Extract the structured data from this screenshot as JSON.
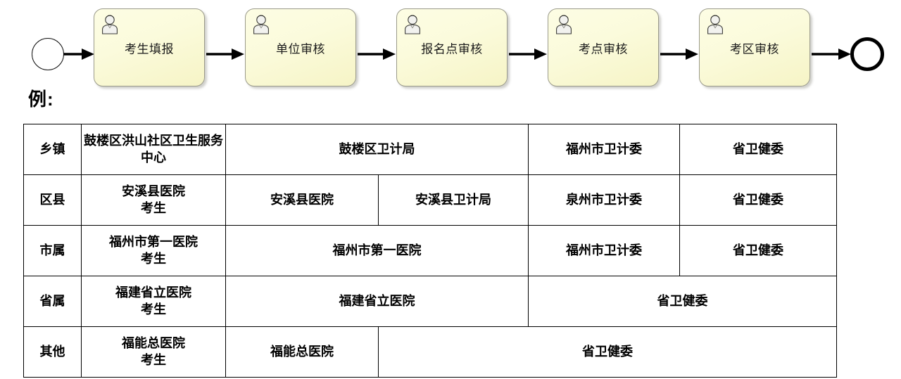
{
  "flow": {
    "start_event": "start-event",
    "end_event": "end-event",
    "tasks": [
      {
        "label": "考生填报",
        "marker": "user-task-icon"
      },
      {
        "label": "单位审核",
        "marker": "user-task-icon"
      },
      {
        "label": "报名点审核",
        "marker": "user-task-icon"
      },
      {
        "label": "考点审核",
        "marker": "user-task-icon"
      },
      {
        "label": "考区审核",
        "marker": "user-task-icon"
      }
    ],
    "colors": {
      "task_fill": "#fbfbdc",
      "task_fill_bottom": "#f6f4c6",
      "task_border": "#9a9a8a",
      "connector": "#000000"
    }
  },
  "example": {
    "caption": "例:",
    "table": {
      "rows": [
        {
          "category": "乡镇",
          "applicant": "鼓楼区洪山社区卫生服务中心",
          "cells": [
            {
              "text": "鼓楼区卫计局",
              "colspan": 2
            },
            {
              "text": "福州市卫计委",
              "colspan": 1
            },
            {
              "text": "省卫健委",
              "colspan": 1
            }
          ]
        },
        {
          "category": "区县",
          "applicant": "安溪县医院\n考生",
          "cells": [
            {
              "text": "安溪县医院",
              "colspan": 1
            },
            {
              "text": "安溪县卫计局",
              "colspan": 1
            },
            {
              "text": "泉州市卫计委",
              "colspan": 1
            },
            {
              "text": "省卫健委",
              "colspan": 1
            }
          ]
        },
        {
          "category": "市属",
          "applicant": "福州市第一医院\n考生",
          "cells": [
            {
              "text": "福州市第一医院",
              "colspan": 2
            },
            {
              "text": "福州市卫计委",
              "colspan": 1
            },
            {
              "text": "省卫健委",
              "colspan": 1
            }
          ]
        },
        {
          "category": "省属",
          "applicant": "福建省立医院\n考生",
          "cells": [
            {
              "text": "福建省立医院",
              "colspan": 2
            },
            {
              "text": "省卫健委",
              "colspan": 2
            }
          ]
        },
        {
          "category": "其他",
          "applicant": "福能总医院\n考生",
          "cells": [
            {
              "text": "福能总医院",
              "colspan": 1
            },
            {
              "text": "省卫健委",
              "colspan": 3
            }
          ]
        }
      ]
    }
  }
}
